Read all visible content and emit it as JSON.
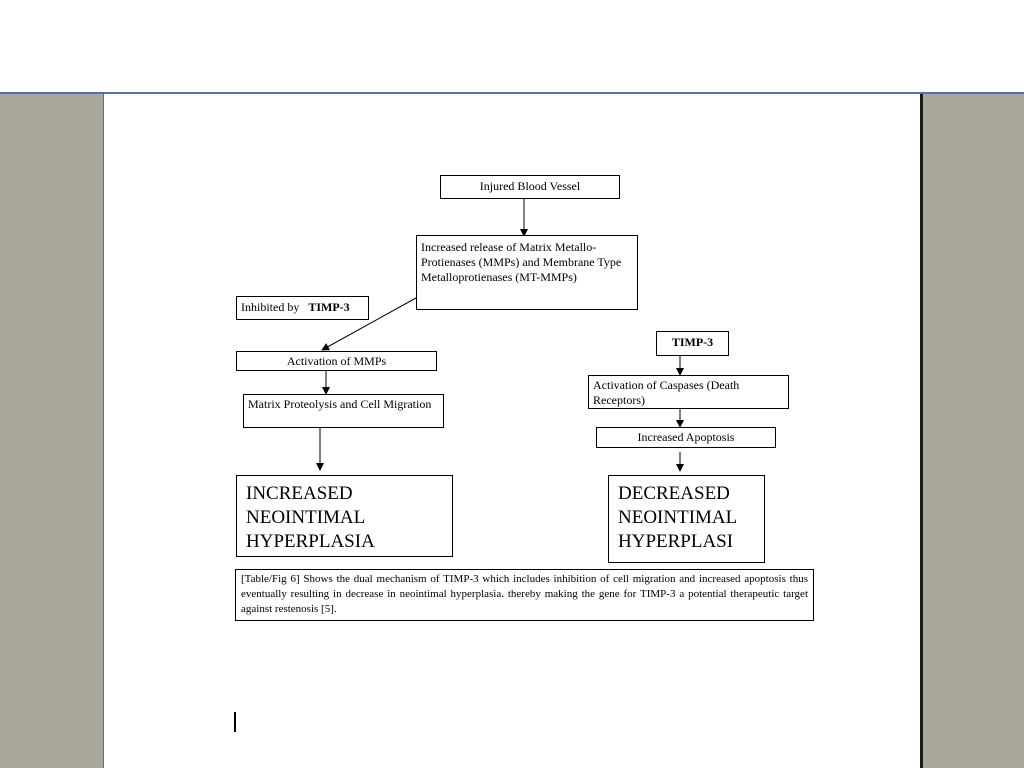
{
  "diagram": {
    "injured": "Injured Blood Vessel",
    "release": "Increased release of Matrix Metallo-Protienases (MMPs) and Membrane Type Metalloprotienases (MT-MMPs)",
    "inhibited_prefix": "Inhibited by",
    "inhibited_bold": "TIMP-3",
    "activation_mmps": "Activation of MMPs",
    "proteolysis": "Matrix Proteolysis and Cell Migration",
    "increased_result": "INCREASED NEOINTIMAL HYPERPLASIA",
    "timp3": "TIMP-3",
    "caspases": "Activation of Caspases (Death Receptors)",
    "apoptosis": "Increased Apoptosis",
    "decreased_result": "DECREASED NEOINTIMAL HYPERPLASI"
  },
  "caption": "[Table/Fig 6] Shows the dual mechanism of TIMP-3 which includes inhibition of cell migration and increased apoptosis thus eventually resulting in decrease in neointimal hyperplasia. thereby making the gene for TIMP-3 a potential therapeutic target against restenosis [5]."
}
